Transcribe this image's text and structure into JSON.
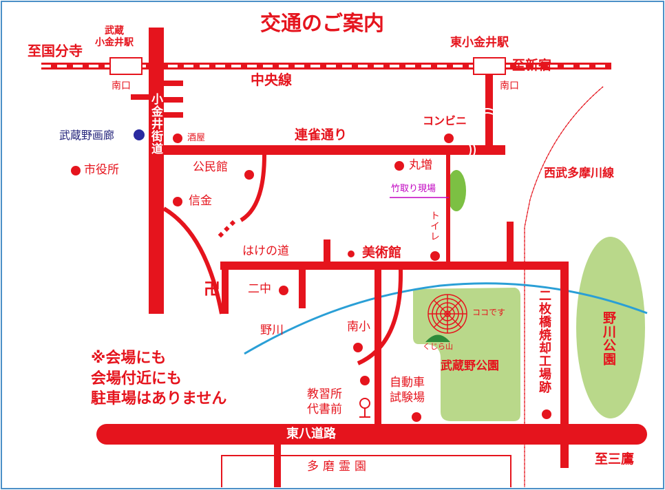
{
  "title": "交通のご案内",
  "colors": {
    "road": "#e5141d",
    "river": "#2a9fd6",
    "park": "#b9d88a",
    "text_red": "#e5141d",
    "text_blue": "#22227a",
    "text_purple": "#c000c0"
  },
  "stations": {
    "musashi_koganei": "武蔵\n小金井駅",
    "higashi_koganei": "東小金井駅",
    "south_exit_1": "南口",
    "south_exit_2": "南口"
  },
  "directions": {
    "to_kokubunji": "至国分寺",
    "to_shinjuku": "至新宿",
    "to_mitaka": "至三鷹"
  },
  "railways": {
    "chuo_line": "中央線",
    "seibu_tamagawa_line": "西武多摩川線"
  },
  "roads": {
    "koganei_kaido": "小金井街道",
    "renjaku_dori": "連雀通り",
    "hake_no_michi": "はけの道",
    "higashi_hachi_doro": "東八道路"
  },
  "places": {
    "musashino_garo": "武蔵野画廊",
    "sakaya": "酒屋",
    "shiyakusho": "市役所",
    "kominkan": "公民館",
    "shinkin": "信金",
    "convenience_store": "コンビニ",
    "marumasu": "丸増",
    "taketori_site": "竹取り現場",
    "toilet": "トイレ",
    "bijutsukan": "美術館",
    "nichu": "二中",
    "nogawa": "野川",
    "minamisho": "南小",
    "kyoshujo": "教習所\n代書前",
    "jidosha_shikenjo": "自動車\n試験場",
    "koko_desu": "ココです",
    "kujirayama": "くじら山",
    "musashino_koen": "武蔵野公園",
    "nimaibashi": "二枚橋焼却工場跡",
    "nogawa_koen": "野川公園",
    "tama_reien": "多磨霊園"
  },
  "notice": "※会場にも\n会場付近にも\n駐車場はありません",
  "temple_symbol": "卍"
}
